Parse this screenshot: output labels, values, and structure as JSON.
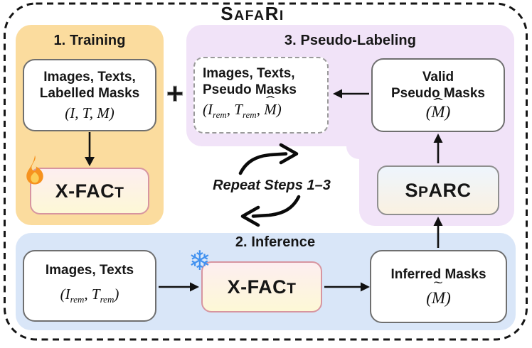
{
  "diagram_title": {
    "part1": "S",
    "part2": "AFA",
    "part3": "R",
    "part4": "I"
  },
  "operators": {
    "plus": "+"
  },
  "icons": {
    "fire_icon": "flame",
    "snowflake_icon": "snowflake",
    "snowflake_glyph": "❄",
    "snowflake_color": "#4292f0"
  },
  "colors": {
    "training_panel_bg": "#fbdc9e",
    "pseudo_panel_bg": "#f1e3f8",
    "inference_panel_bg": "#d9e6f8",
    "model_box_border": "#d795a0",
    "model_box_gradient_top": "#fdeef0",
    "model_box_gradient_bottom": "#fdf8d6",
    "sparc_box_gradient_top": "#eef5fd",
    "sparc_box_gradient_bottom": "#faf1e1",
    "arrow_color": "#111111",
    "outer_border_color": "#151515"
  },
  "training": {
    "step_title": "1. Training",
    "data_box_line1": "Images, Texts,",
    "data_box_line2": "Labelled Masks",
    "data_box_math": "(I, T, M)",
    "model_name_main": "X-FAC",
    "model_name_small": "T"
  },
  "pseudo_labeling": {
    "step_title": "3. Pseudo-Labeling",
    "data_box_line1": "Images, Texts,",
    "data_box_line2": "Pseudo Masks",
    "valid_box_line1": "Valid",
    "valid_box_line2": "Pseudo Masks",
    "sparc_main1": "S",
    "sparc_small": "P",
    "sparc_main2": "ARC"
  },
  "inference": {
    "step_title": "2. Inference",
    "data_box_line1": "Images, Texts",
    "inferred_box_line1": "Inferred Masks",
    "model_name_main": "X-FAC",
    "model_name_small": "T"
  },
  "cycle": {
    "label": "Repeat Steps 1–3"
  },
  "math": {
    "open": "(",
    "close": ")",
    "var_i": "I",
    "var_t": "T",
    "var_m": "M",
    "sub_rem": "rem",
    "comma": ", ",
    "hat_accent": "ˆ",
    "tilde_accent": "˜"
  }
}
